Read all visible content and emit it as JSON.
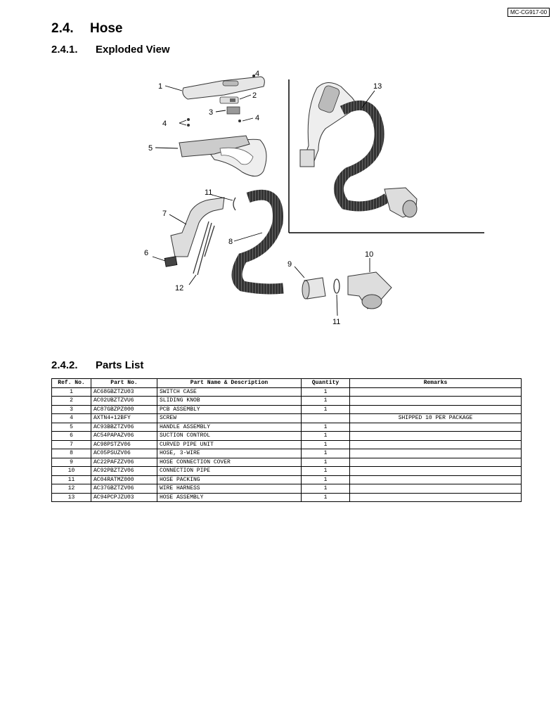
{
  "doc_id": "MC-CG917-00",
  "section": {
    "number": "2.4.",
    "title": "Hose"
  },
  "exploded": {
    "number": "2.4.1.",
    "title": "Exploded View"
  },
  "parts_list": {
    "number": "2.4.2.",
    "title": "Parts List"
  },
  "callouts": [
    "1",
    "2",
    "3",
    "4",
    "4",
    "4",
    "5",
    "6",
    "7",
    "8",
    "9",
    "10",
    "11",
    "11",
    "12",
    "13"
  ],
  "table": {
    "headers": [
      "Ref. No.",
      "Part No.",
      "Part Name & Description",
      "Quantity",
      "Remarks"
    ],
    "rows": [
      {
        "ref": "1",
        "part_no": "AC68GBZTZU03",
        "desc": "SWITCH CASE",
        "qty": "1",
        "remarks": ""
      },
      {
        "ref": "2",
        "part_no": "AC02UBZTZVU6",
        "desc": "SLIDING KNOB",
        "qty": "1",
        "remarks": ""
      },
      {
        "ref": "3",
        "part_no": "AC87GBZPZ000",
        "desc": "PCB ASSEMBLY",
        "qty": "1",
        "remarks": ""
      },
      {
        "ref": "4",
        "part_no": "AXTN4+12BFY",
        "desc": "SCREW",
        "qty": "",
        "remarks": "SHIPPED 10 PER PACKAGE"
      },
      {
        "ref": "5",
        "part_no": "AC93BBZTZV06",
        "desc": "HANDLE ASSEMBLY",
        "qty": "1",
        "remarks": ""
      },
      {
        "ref": "6",
        "part_no": "AC54PAPAZV06",
        "desc": "SUCTION CONTROL",
        "qty": "1",
        "remarks": ""
      },
      {
        "ref": "7",
        "part_no": "AC98PSTZV06",
        "desc": "CURVED PIPE UNIT",
        "qty": "1",
        "remarks": ""
      },
      {
        "ref": "8",
        "part_no": "AC05PSUZV06",
        "desc": "HOSE, 3-WIRE",
        "qty": "1",
        "remarks": ""
      },
      {
        "ref": "9",
        "part_no": "AC22PAFZZV06",
        "desc": "HOSE CONNECTION COVER",
        "qty": "1",
        "remarks": ""
      },
      {
        "ref": "10",
        "part_no": "AC92PBZTZV06",
        "desc": "CONNECTION PIPE",
        "qty": "1",
        "remarks": ""
      },
      {
        "ref": "11",
        "part_no": "AC04RATMZ000",
        "desc": "HOSE PACKING",
        "qty": "1",
        "remarks": ""
      },
      {
        "ref": "12",
        "part_no": "AC37GBZTZV06",
        "desc": "WIRE HARNESS",
        "qty": "1",
        "remarks": ""
      },
      {
        "ref": "13",
        "part_no": "AC94PCPJZU03",
        "desc": "HOSE ASSEMBLY",
        "qty": "1",
        "remarks": ""
      }
    ]
  }
}
